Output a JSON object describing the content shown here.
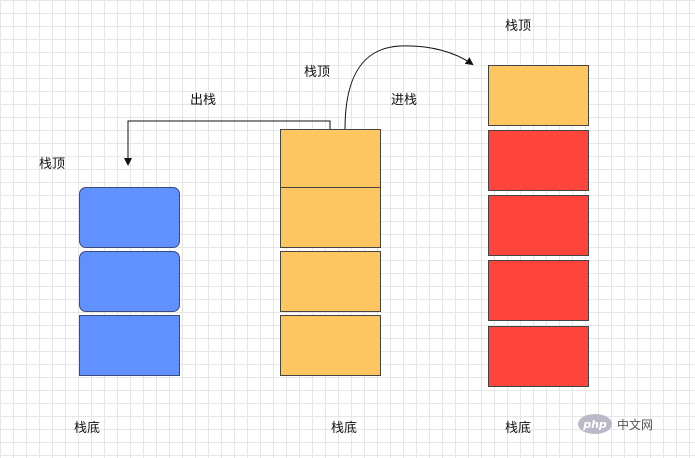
{
  "labels": {
    "top_left": "栈顶",
    "top_middle": "栈顶",
    "top_right": "栈顶",
    "pop": "出栈",
    "push": "进栈",
    "bottom_left": "栈底",
    "bottom_middle": "栈底",
    "bottom_right": "栈底"
  },
  "stacks": {
    "left": {
      "blocks": 3,
      "color": "#6190ff"
    },
    "middle": {
      "blocks": 4,
      "color": "#fdc660"
    },
    "right_top": {
      "blocks": 1,
      "color": "#fdc660"
    },
    "right": {
      "blocks": 4,
      "color": "#fe453b"
    }
  },
  "watermark": {
    "logo": "php",
    "text": "中文网"
  }
}
